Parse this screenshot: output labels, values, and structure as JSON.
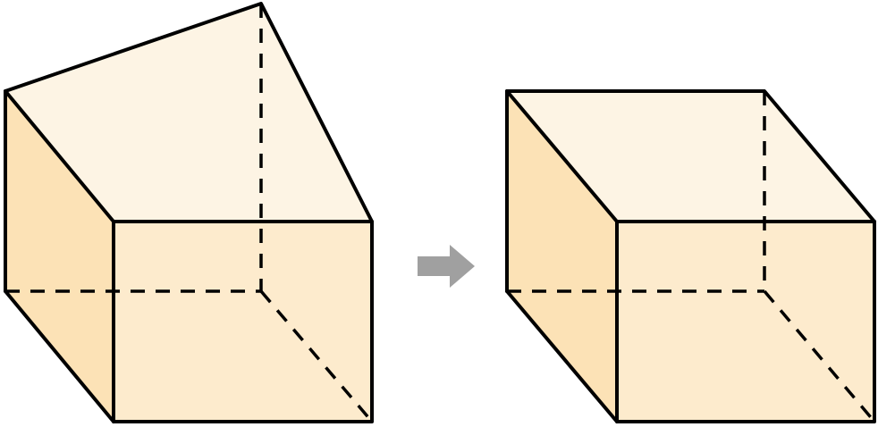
{
  "diagram": {
    "description_free": true,
    "colors": {
      "top_face": "#FDF4E4",
      "front_face": "#FDEBCD",
      "side_face": "#FCE2B6",
      "edge": "#000000",
      "arrow": "#A0A0A0",
      "background": "#FFFFFF"
    },
    "figures": [
      {
        "id": "oblique-prism",
        "role": "before"
      },
      {
        "id": "cube",
        "role": "after"
      }
    ],
    "connector": {
      "icon": "right-arrow-icon"
    }
  }
}
